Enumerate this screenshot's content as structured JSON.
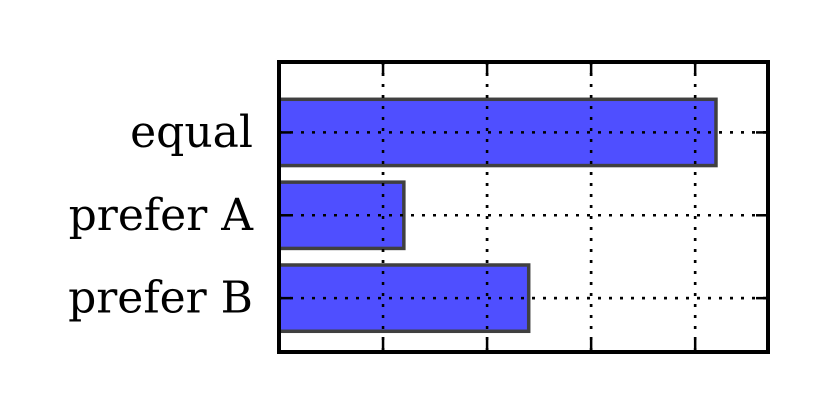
{
  "chart_data": {
    "type": "bar",
    "orientation": "horizontal",
    "title": "",
    "xlabel": "",
    "ylabel": "",
    "categories": [
      "equal",
      "prefer A",
      "prefer B"
    ],
    "values": [
      4.2,
      1.2,
      2.4
    ],
    "xlim": [
      0,
      4.7
    ],
    "x_ticks": [
      1,
      2,
      3,
      4
    ],
    "x_tick_labels_visible": false,
    "grid": true,
    "grid_style": "dotted",
    "legend": "none",
    "bar_color": "#4646ff",
    "bar_edge_color": "#404040"
  }
}
